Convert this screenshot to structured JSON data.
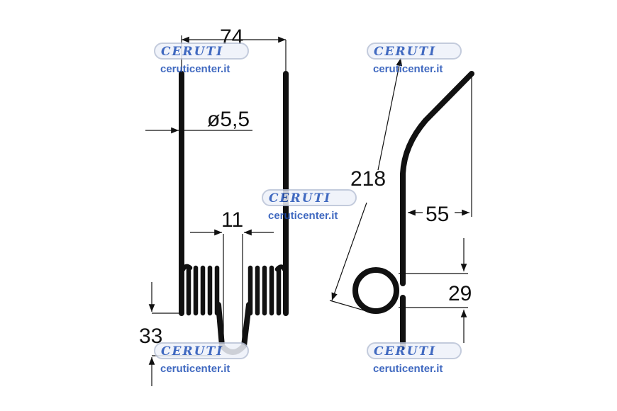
{
  "dimensions": {
    "width_top": "74",
    "wire_diameter": "ø5,5",
    "coil_gap": "11",
    "coil_height": "33",
    "total_length": "218",
    "offset": "55",
    "eye_height": "29"
  },
  "watermark": {
    "logo_text": "CERUTI",
    "url_text": "ceruticenter.it",
    "color": "#1f4fb6"
  }
}
